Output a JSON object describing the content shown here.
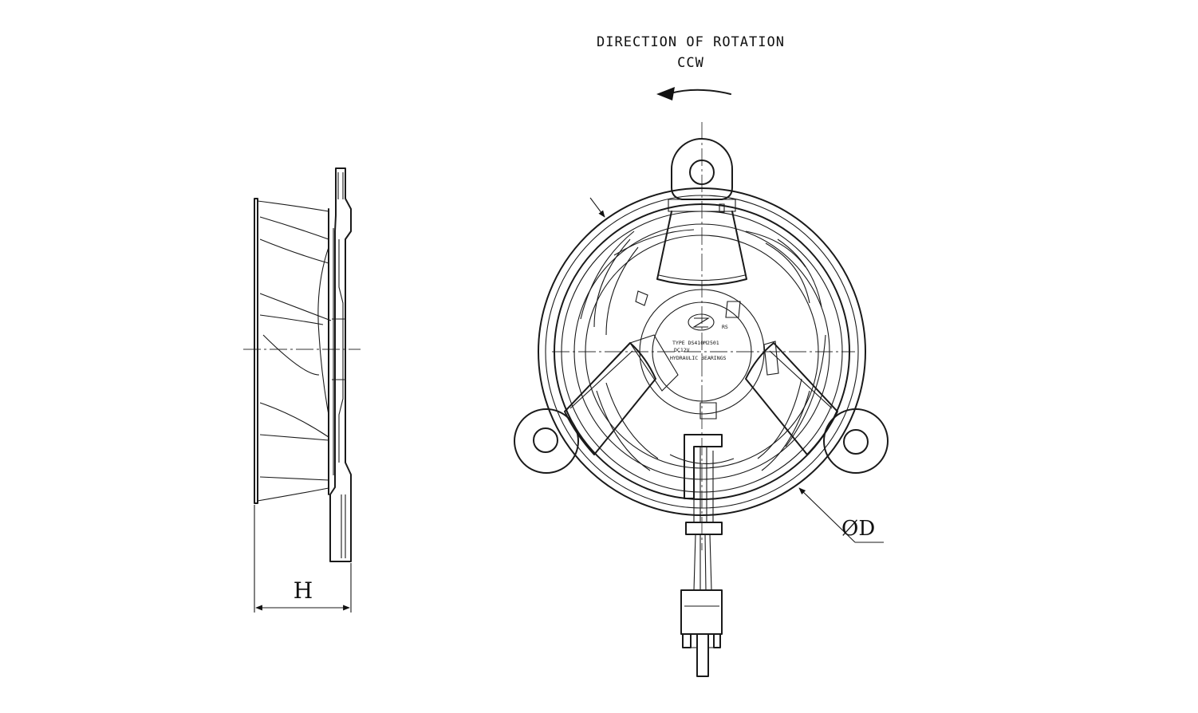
{
  "rotation": {
    "title": "DIRECTION OF ROTATION",
    "value": "CCW"
  },
  "dimensions": {
    "height_label": "H",
    "diameter_label": "ØD"
  },
  "hub_label": {
    "type_line": "TYPE  DS410M2501",
    "voltage_line": "DC12V",
    "bearing_line": "HYDRAULIC BEARINGS",
    "corner_mark": "RS"
  }
}
